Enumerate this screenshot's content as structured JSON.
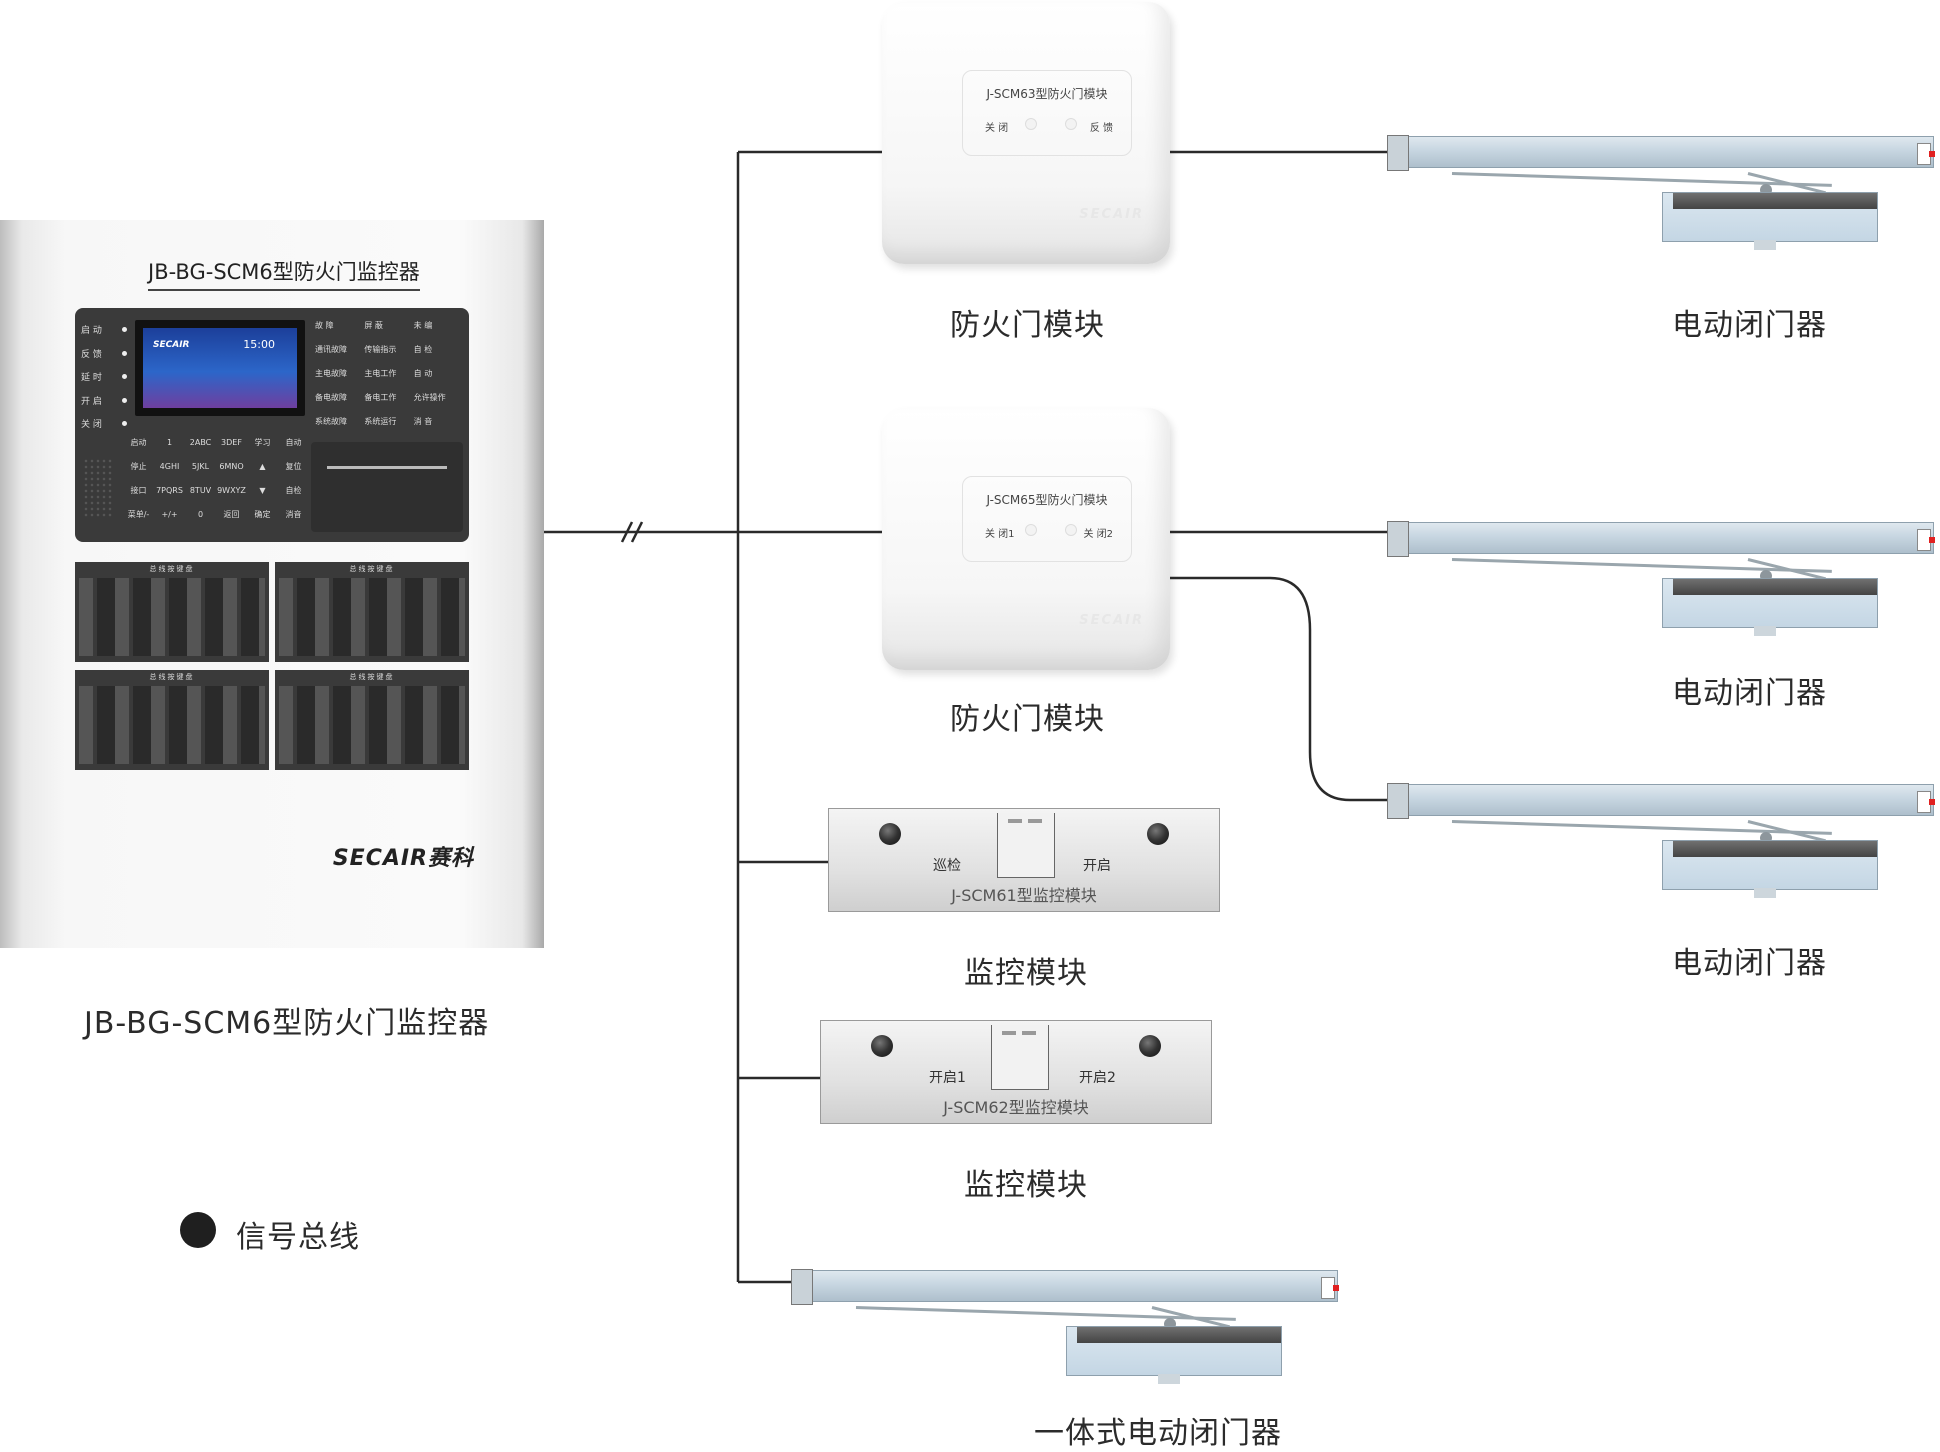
{
  "controller": {
    "panel_title": "JB-BG-SCM6型防火门监控器",
    "caption": "JB-BG-SCM6型防火门监控器",
    "brand": "SECAIR赛科",
    "screen_logo": "SECAIR",
    "screen_time": "15:00",
    "status_leds": [
      "启 动",
      "反 馈",
      "延 时",
      "开 启",
      "关 闭"
    ],
    "indicator_leds": [
      "故 障",
      "屏 蔽",
      "未 编",
      "通讯故障",
      "传输指示",
      "自 检",
      "主电故障",
      "主电工作",
      "自 动",
      "备电故障",
      "备电工作",
      "允许操作",
      "系统故障",
      "系统运行",
      "消 音"
    ],
    "keypad": [
      "启动",
      "1",
      "2ABC",
      "3DEF",
      "学习",
      "自动",
      "停止",
      "4GHI",
      "5JKL",
      "6MNO",
      "▲",
      "复位",
      "接口",
      "7PQRS",
      "8TUV",
      "9WXYZ",
      "▼",
      "自检",
      "菜单/-",
      "+/+",
      "0",
      "返回",
      "确定",
      "消音"
    ],
    "key_blocks": [
      "总线按键盘",
      "总线按键盘",
      "总线按键盘",
      "总线按键盘"
    ]
  },
  "modules": [
    {
      "panel_title": "J-SCM63型防火门模块",
      "left_label": "关 闭",
      "right_label": "反 馈",
      "caption": "防火门模块",
      "brand": "SECAIR"
    },
    {
      "panel_title": "J-SCM65型防火门模块",
      "left_label": "关 闭1",
      "right_label": "关 闭2",
      "caption": "防火门模块",
      "brand": "SECAIR"
    }
  ],
  "monitor_modules": [
    {
      "left_label": "巡检",
      "right_label": "开启",
      "panel_title": "J-SCM61型监控模块",
      "caption": "监控模块"
    },
    {
      "left_label": "开启1",
      "right_label": "开启2",
      "panel_title": "J-SCM62型监控模块",
      "caption": "监控模块"
    }
  ],
  "closers": {
    "caption_1": "电动闭门器",
    "caption_2": "电动闭门器",
    "caption_3": "电动闭门器",
    "integrated_caption": "一体式电动闭门器"
  },
  "legend": {
    "signal_bus": "信号总线"
  },
  "colors": {
    "wire": "#2a2a2a",
    "panel_dark": "#3a3a3a",
    "closer_blue": "#c7d6e1"
  }
}
